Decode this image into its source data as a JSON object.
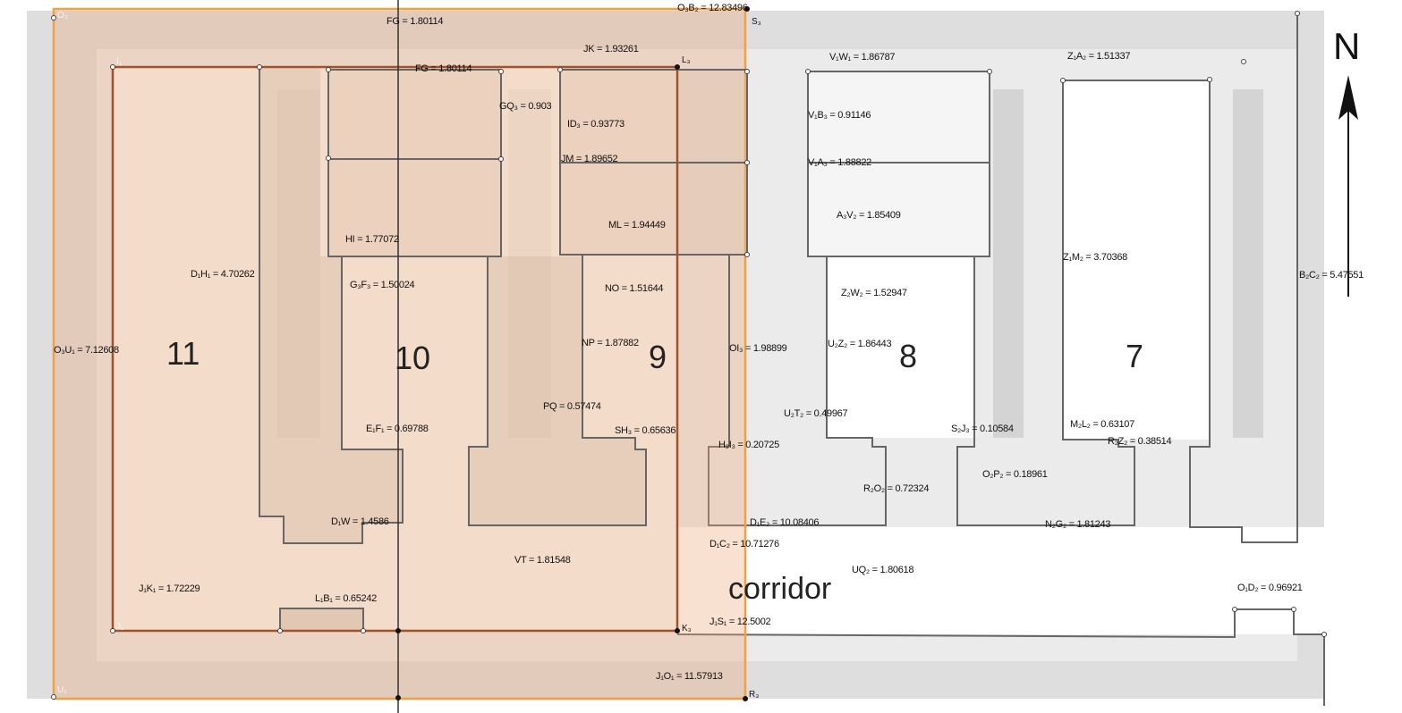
{
  "rooms": [
    "11",
    "10",
    "9",
    "8",
    "7"
  ],
  "corridor_label": "corridor",
  "north_label": "N",
  "points": {
    "S3": "S₃",
    "L3": "L₃",
    "K3": "K₃",
    "R3": "R₃",
    "O3": "O₃",
    "U1": "U₁",
    "J1": "J₁",
    "I1": "I₁"
  },
  "measurements": [
    "O₃B₂ = 12.83496",
    "FG = 1.80114",
    "JK = 1.93261",
    "FG = 1.80114",
    "GQ₃ = 0.903",
    "ID₃ = 0.93773",
    "JM = 1.89652",
    "ML = 1.94449",
    "HI = 1.77072",
    "D₁H₁ = 4.70262",
    "G₃F₃ = 1.50024",
    "NO = 1.51644",
    "O₃U₁ = 7.12608",
    "NP = 1.87882",
    "OI₃ = 1.98899",
    "PQ = 0.57474",
    "E₁F₁ = 0.69788",
    "SH₃ = 0.65636",
    "H₉I₃ = 0.20725",
    "D₁W = 1.4586",
    "VT = 1.81548",
    "J₁K₁ = 1.72229",
    "L₁B₁ = 0.65242",
    "J₁S₁ = 12.5002",
    "J₁O₁ = 11.57913",
    "V₁W₁ = 1.86787",
    "V₁B₃ = 0.91146",
    "V₁A₃ = 1.88822",
    "A₃V₂ = 1.85409",
    "Z₁A₂ = 1.51337",
    "Z₁M₂ = 3.70368",
    "B₂C₂ = 5.47551",
    "Z₂W₂ = 1.52947",
    "U₂Z₂ = 1.86443",
    "U₂T₂ = 0.49967",
    "S₂J₃ = 0.10584",
    "M₂L₂ = 0.63107",
    "R₂Z₂ = 0.38514",
    "O₂P₂ = 0.18961",
    "R₂O₂ = 0.72324",
    "D₁E₂ = 10.08406",
    "N₂G₂ = 1.81243",
    "D₁C₂ = 10.71276",
    "UQ₂ = 1.80618",
    "O₁D₂ = 0.96921"
  ],
  "colors": {
    "overlay": "#f0a040",
    "inner_rect": "#a0522d",
    "terrazzo": "#d9d9d9"
  }
}
